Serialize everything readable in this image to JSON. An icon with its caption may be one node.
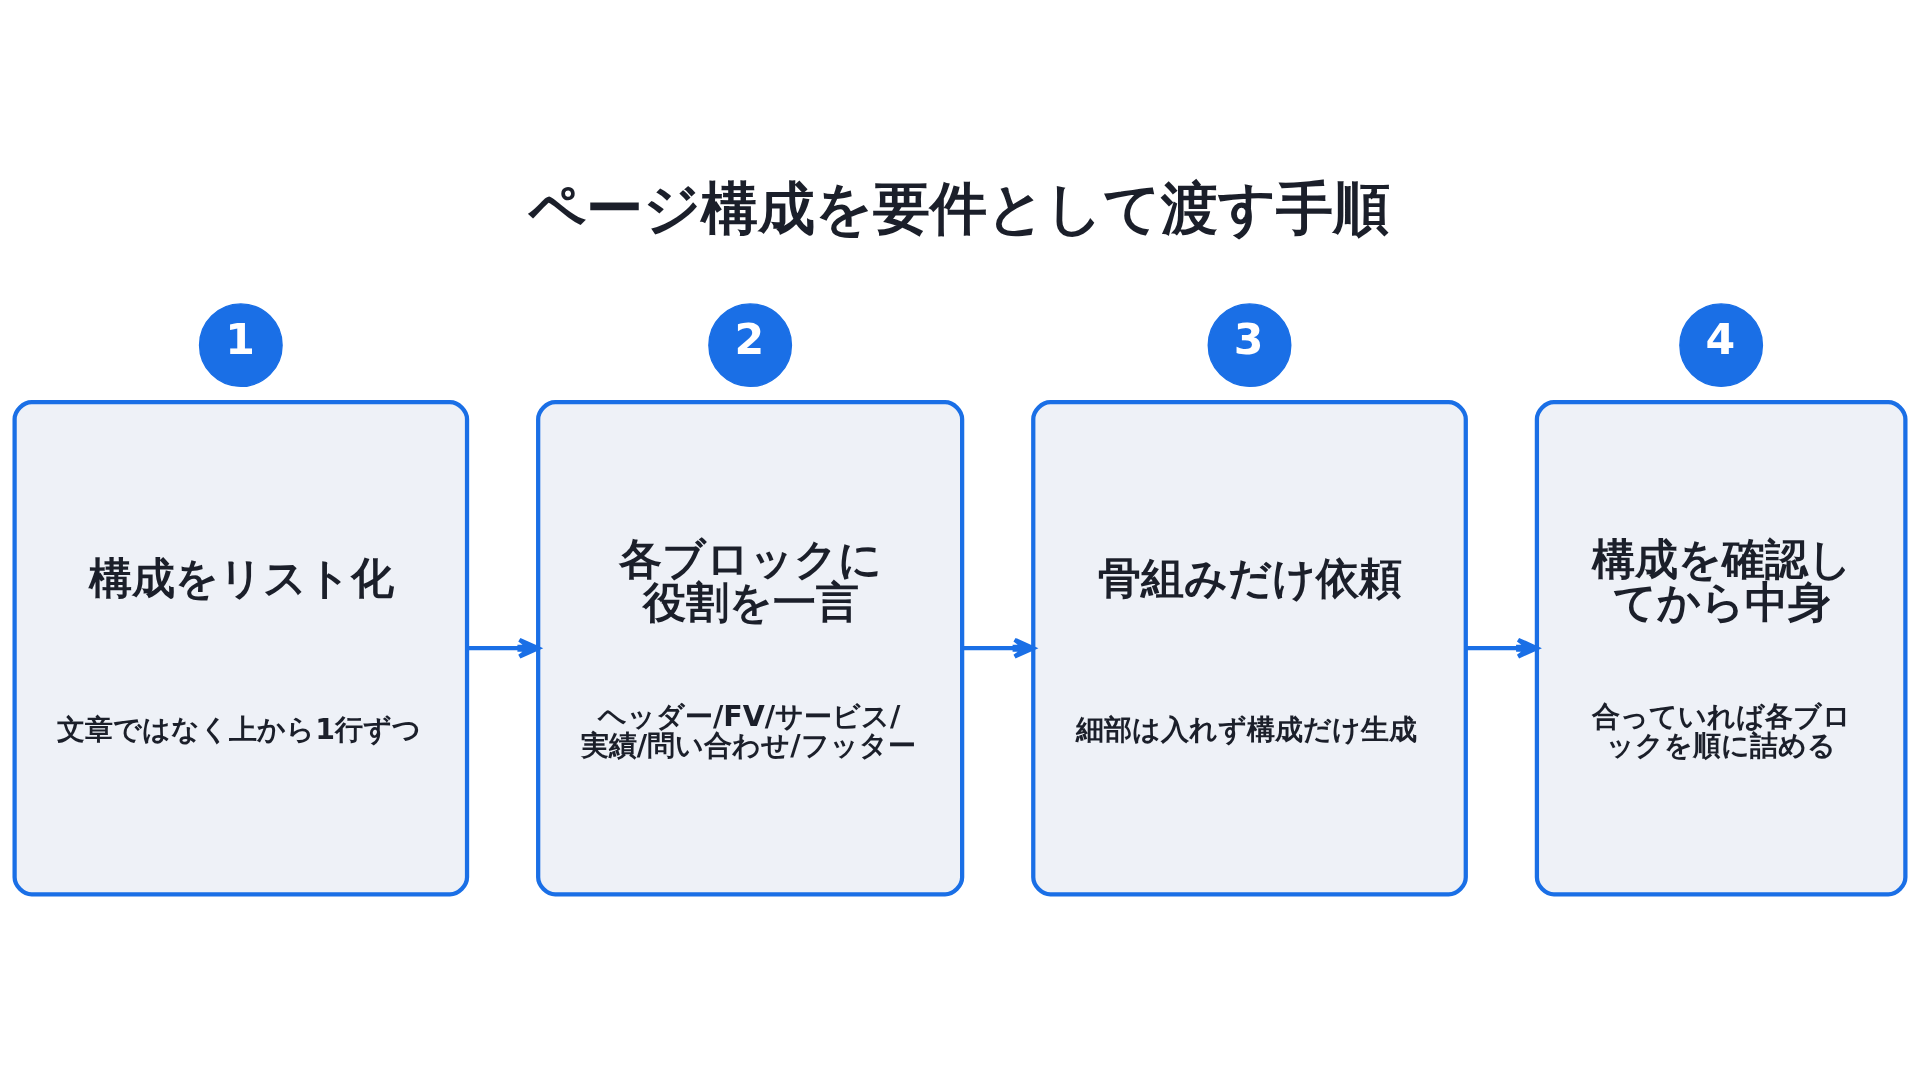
{
  "diagram": {
    "title": "ページ構成を要件として渡す手順",
    "nodes": [
      {
        "text": [
          "1"
        ]
      },
      {
        "text": [
          "構成をリスト化",
          "文章ではなく上から1行ずつ"
        ]
      },
      {
        "text": [
          "2"
        ]
      },
      {
        "text": [
          "各ブロックに役割を一言",
          "ヘッダー/FV/サービス/実績/問い合わせ/フッター"
        ]
      },
      {
        "text": [
          "3"
        ]
      },
      {
        "text": [
          "骨組みだけ依頼",
          "細部は入れず構成だけ生成"
        ]
      },
      {
        "text": [
          "4"
        ]
      },
      {
        "text": [
          "構成を確認してから中身",
          "合っていれば各ブロックを順に詰める"
        ]
      }
    ],
    "edges": [
      {
        "from": 1,
        "to": 3,
        "arrow": "to"
      },
      {
        "from": 3,
        "to": 5,
        "arrow": "to"
      },
      {
        "from": 5,
        "to": 7,
        "arrow": "to"
      }
    ]
  }
}
